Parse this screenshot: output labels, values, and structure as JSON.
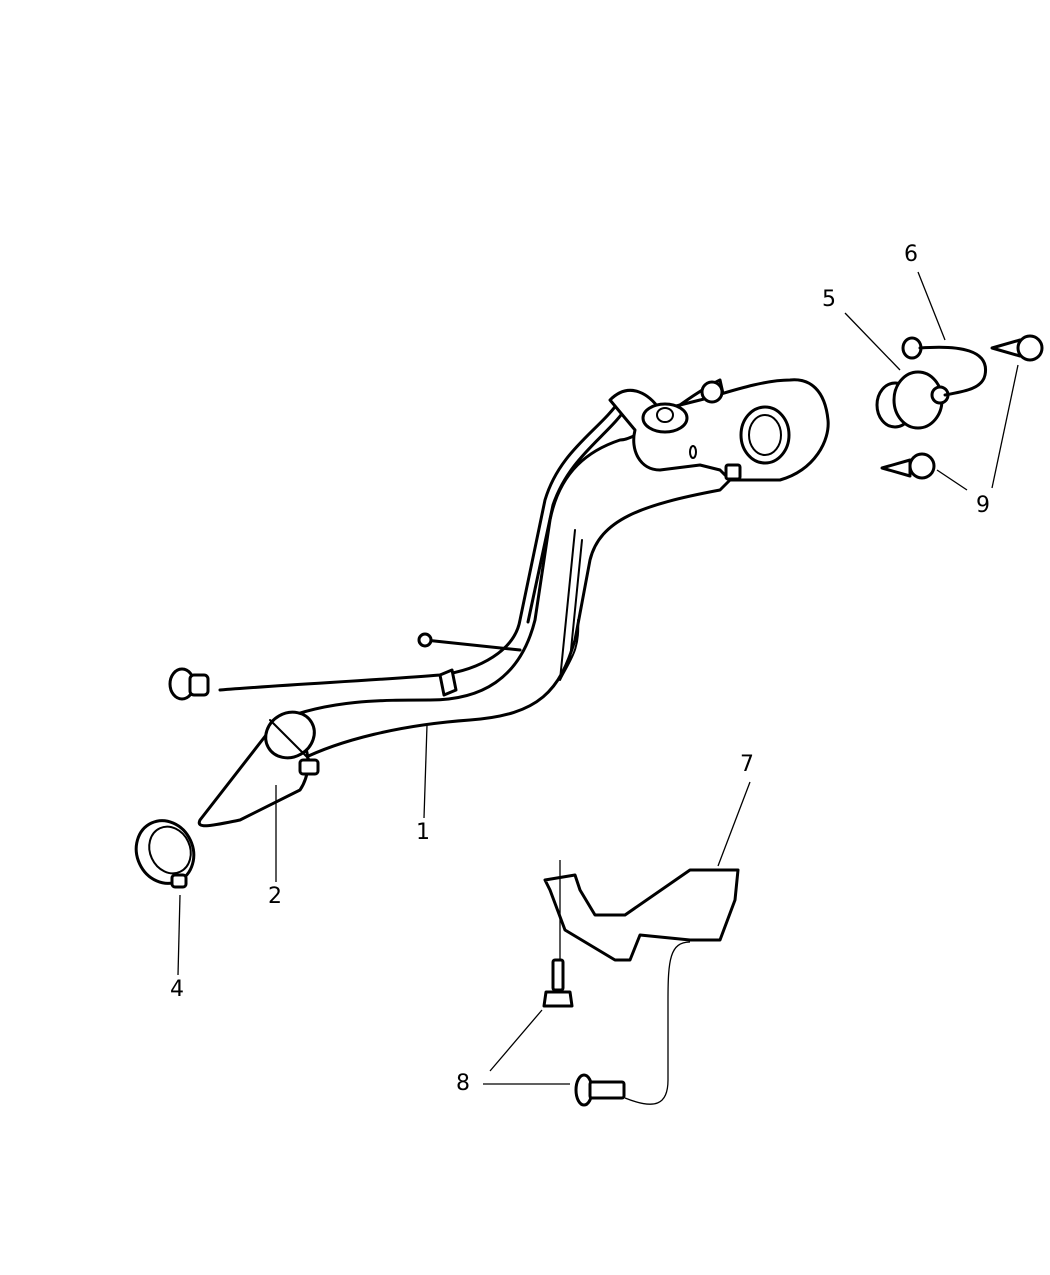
{
  "diagram": {
    "type": "exploded parts diagram",
    "subject": "fuel filler tube assembly",
    "background": "#ffffff",
    "line_color": "#000000"
  },
  "callouts": [
    {
      "id": "1",
      "label": "1",
      "part": "filler-tube"
    },
    {
      "id": "2",
      "label": "2",
      "part": "hose"
    },
    {
      "id": "4",
      "label": "4",
      "part": "hose-clamp"
    },
    {
      "id": "5",
      "label": "5",
      "part": "fuel-cap"
    },
    {
      "id": "6",
      "label": "6",
      "part": "cap-tether"
    },
    {
      "id": "7",
      "label": "7",
      "part": "bracket"
    },
    {
      "id": "8",
      "label": "8",
      "part": "bolt"
    },
    {
      "id": "9",
      "label": "9",
      "part": "screw"
    }
  ]
}
